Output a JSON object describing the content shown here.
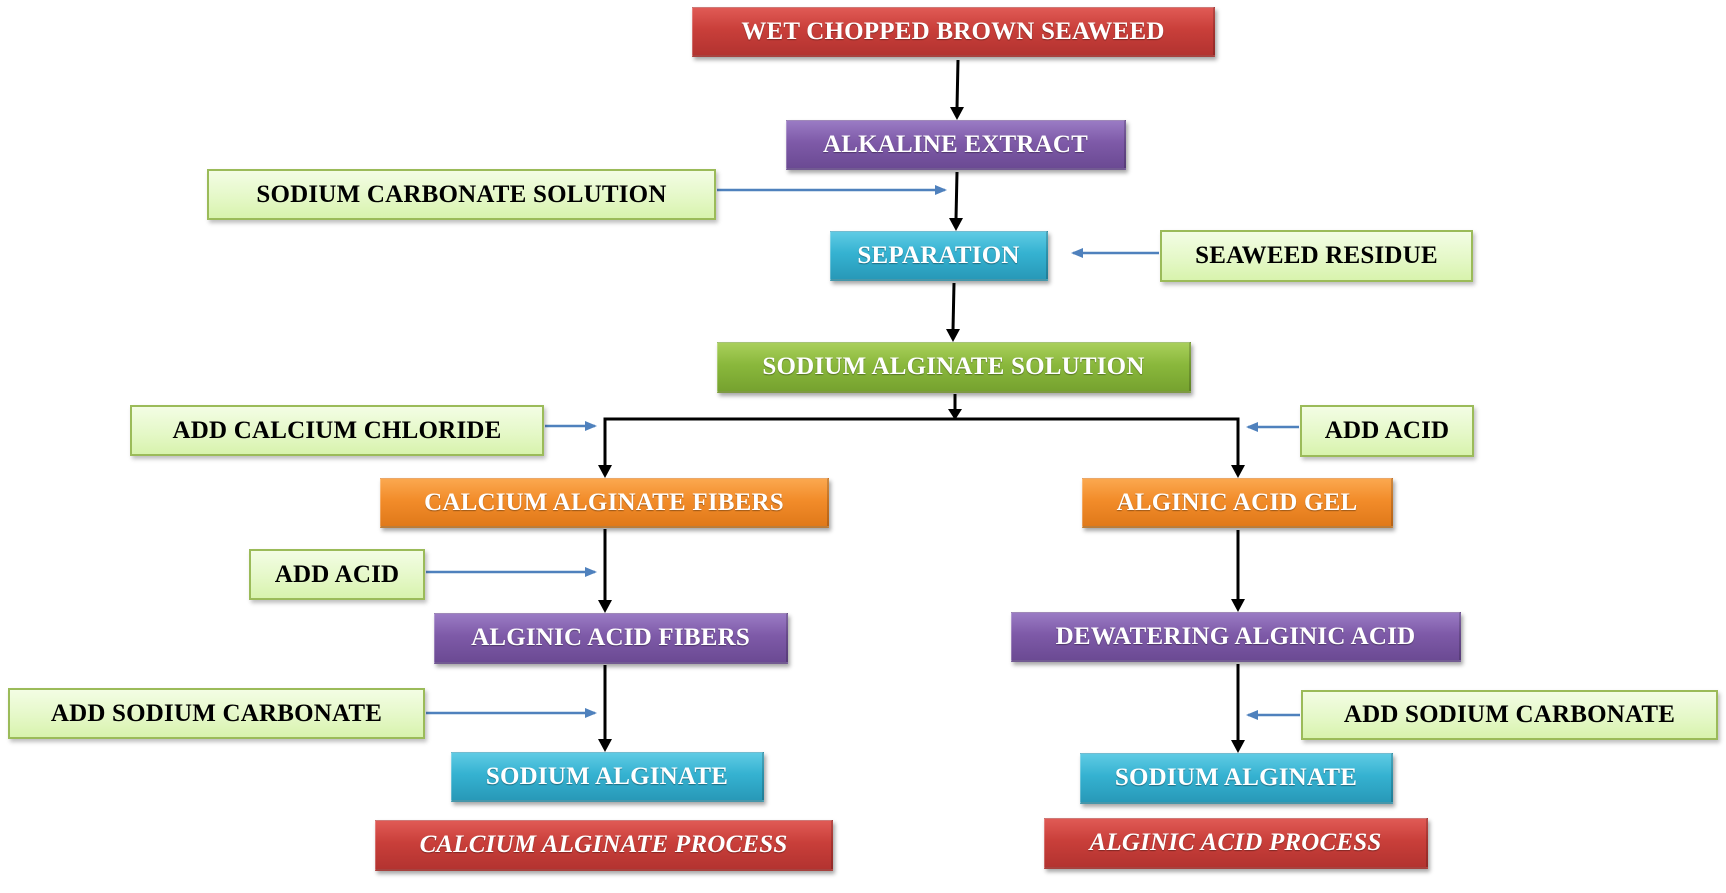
{
  "diagram": {
    "title": "Alginate production flowchart",
    "colors": {
      "flow_arrow": "#000000",
      "input_arrow": "#4f81bd",
      "input_fill": "#e5f8c8",
      "input_border": "#9bbb59"
    },
    "main": {
      "start": "WET  CHOPPED BROWN SEAWEED",
      "alkaline_extract": "ALKALINE  EXTRACT",
      "separation": "SEPARATION",
      "sodium_alginate_solution": "SODIUM ALGINATE  SOLUTION"
    },
    "inputs_top": {
      "sodium_carbonate_solution": "SODIUM CARBONATE  SOLUTION",
      "seaweed_residue": "SEAWEED  RESIDUE"
    },
    "left_branch": {
      "add_calcium_chloride": "ADD CALCIUM CHLORIDE",
      "calcium_alginate_fibers": "CALCIUM ALGINATE  FIBERS",
      "add_acid": "ADD ACID",
      "alginic_acid_fibers": "ALGINIC  ACID FIBERS",
      "add_sodium_carbonate": "ADD SODIUM CARBONATE",
      "sodium_alginate": "SODIUM ALGINATE",
      "process_label": "CALCIUM ALGINATE PROCESS"
    },
    "right_branch": {
      "add_acid": "ADD ACID",
      "alginic_acid_gel": "ALGINIC  ACID GEL",
      "dewatering": "DEWATERING  ALGINIC  ACID",
      "add_sodium_carbonate": "ADD SODIUM CARBONATE",
      "sodium_alginate": "SODIUM ALGINATE",
      "process_label": "ALGINIC ACID PROCESS"
    }
  }
}
